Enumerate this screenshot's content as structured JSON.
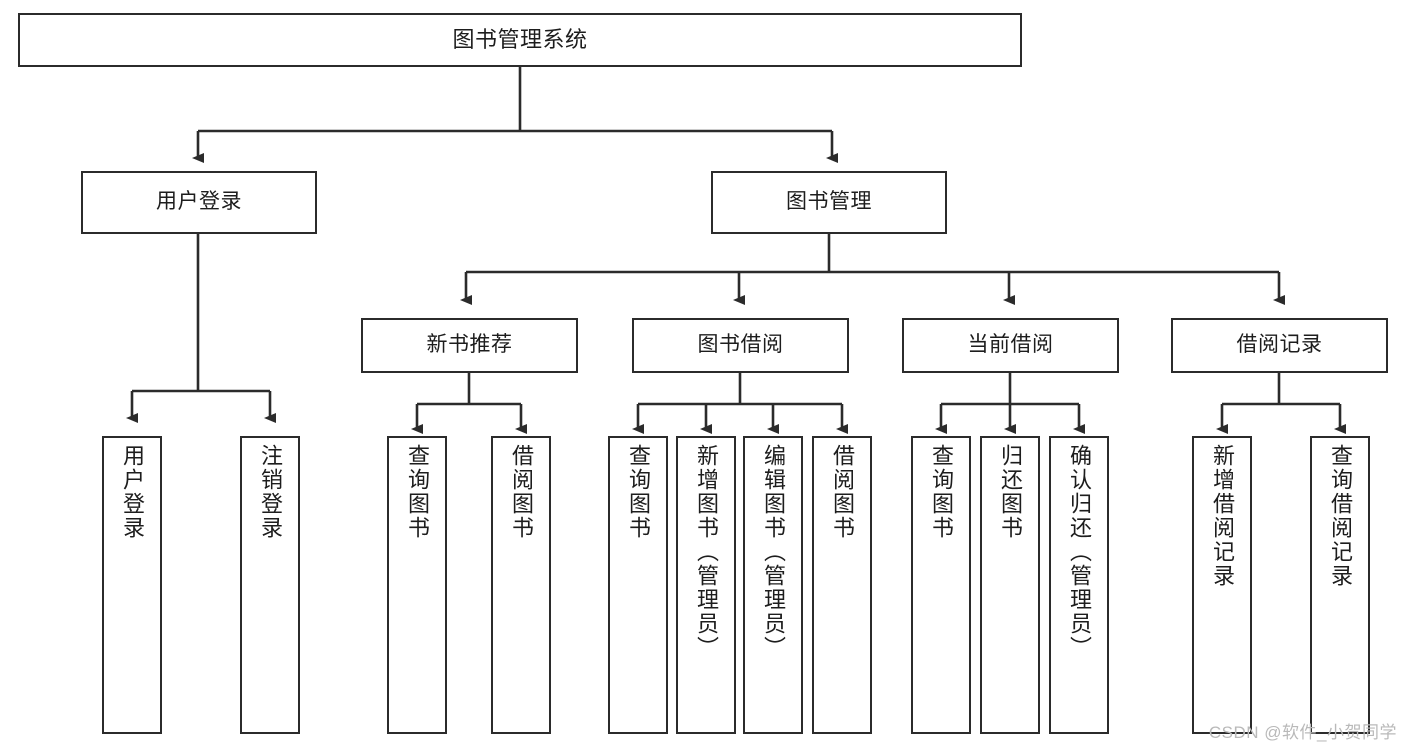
{
  "diagram": {
    "title": "图书管理系统",
    "type": "hierarchy-tree",
    "root": {
      "label": "图书管理系统"
    },
    "level2": [
      {
        "label": "用户登录"
      },
      {
        "label": "图书管理"
      }
    ],
    "level3": [
      {
        "label": "新书推荐"
      },
      {
        "label": "图书借阅"
      },
      {
        "label": "当前借阅"
      },
      {
        "label": "借阅记录"
      }
    ],
    "leaves": {
      "user_login": [
        {
          "label": "用户登录"
        },
        {
          "label": "注销登录"
        }
      ],
      "new_book_recommend": [
        {
          "label": "查询图书"
        },
        {
          "label": "借阅图书"
        }
      ],
      "book_borrow": [
        {
          "label": "查询图书"
        },
        {
          "label": "新增图书（管理员）"
        },
        {
          "label": "编辑图书（管理员）"
        },
        {
          "label": "借阅图书"
        }
      ],
      "current_borrow": [
        {
          "label": "查询图书"
        },
        {
          "label": "归还图书"
        },
        {
          "label": "确认归还（管理员）"
        }
      ],
      "borrow_records": [
        {
          "label": "新增借阅记录"
        },
        {
          "label": "查询借阅记录"
        }
      ]
    }
  },
  "watermark": {
    "text": "CSDN @软件_小贺同学"
  },
  "colors": {
    "stroke": "#2b2b2b",
    "box_fill": "#ffffff",
    "text": "#1d1d1d",
    "watermark": "#b9b9b9"
  }
}
